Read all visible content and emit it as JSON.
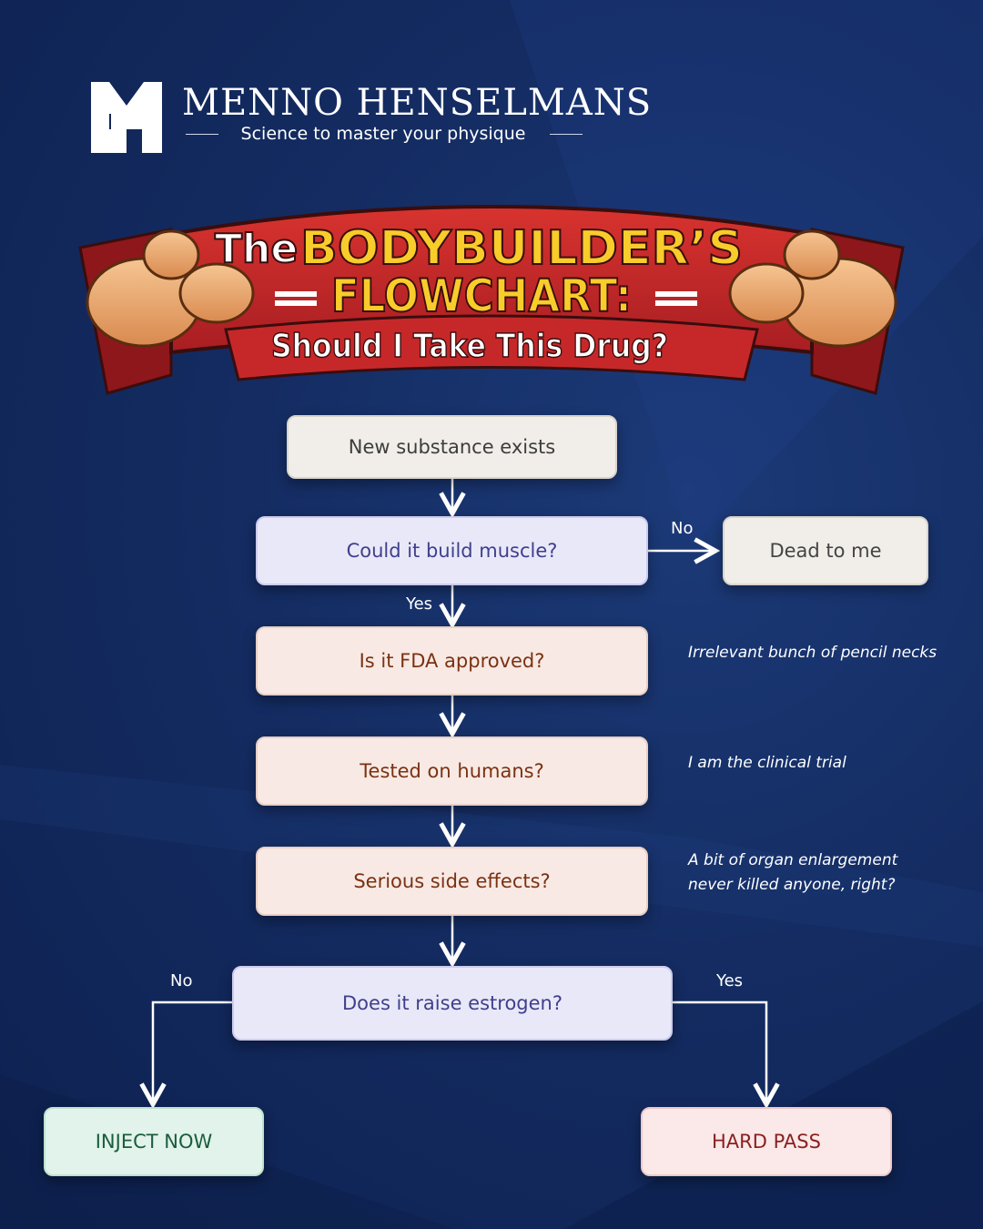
{
  "brand": {
    "name": "MENNO HENSELMANS",
    "tagline": "Science to master your physique"
  },
  "banner": {
    "line1_a": "The",
    "line1_b": "BODYBUILDER’S",
    "line2": "FLOWCHART:",
    "line3": "Should I Take This Drug?"
  },
  "nodes": {
    "start": "New substance exists",
    "build_muscle": "Could it build muscle?",
    "dead": "Dead to me",
    "fda": "Is it FDA approved?",
    "humans": "Tested on humans?",
    "side_effects": "Serious side effects?",
    "estrogen": "Does it raise estrogen?",
    "inject": "INJECT NOW",
    "hard_pass": "HARD PASS"
  },
  "labels": {
    "no_muscle": "No",
    "yes_muscle": "Yes",
    "no_estrogen": "No",
    "yes_estrogen": "Yes"
  },
  "quips": {
    "fda": "Irrelevant bunch of pencil necks",
    "humans": "I am the clinical trial",
    "side_effects_1": "A bit of organ enlargement",
    "side_effects_2": "never killed anyone, right?"
  },
  "colors": {
    "background": "#142c62",
    "banner_red": "#c6282a",
    "banner_yellow": "#f8cc2a"
  }
}
